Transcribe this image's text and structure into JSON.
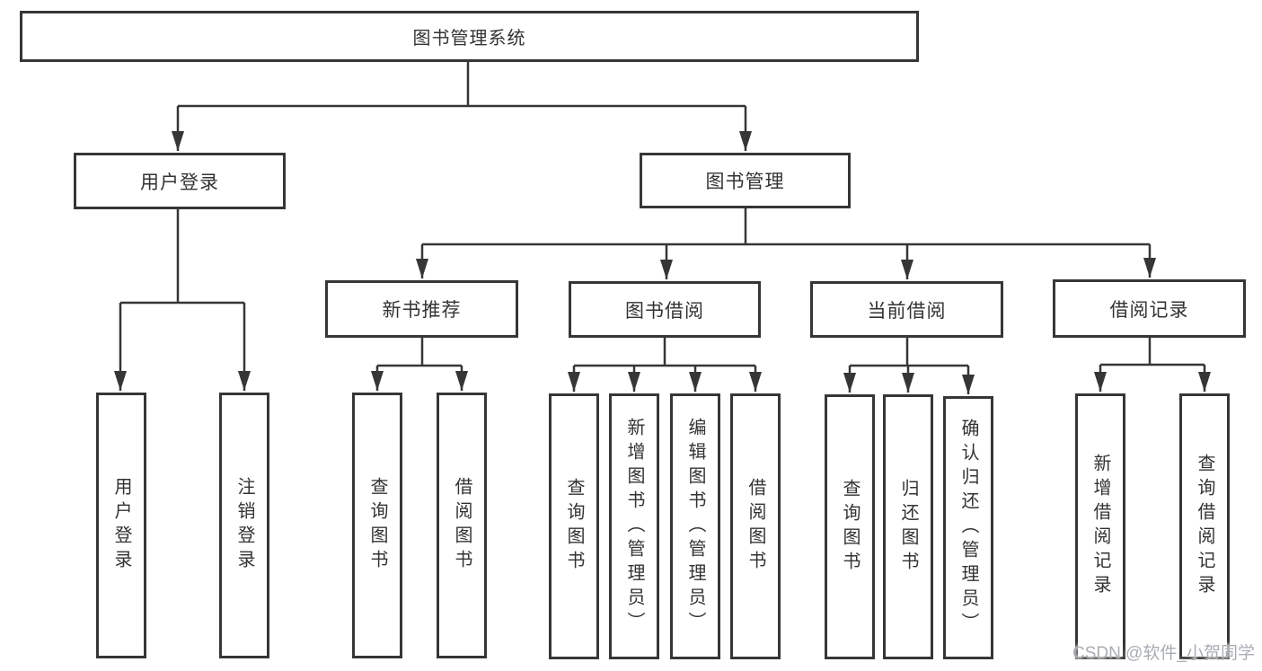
{
  "diagram": {
    "root": "图书管理系统",
    "user_branch": {
      "label": "用户登录",
      "children": [
        "用户登录",
        "注销登录"
      ]
    },
    "mgmt_branch": {
      "label": "图书管理",
      "sections": [
        {
          "label": "新书推荐",
          "children": [
            "查询图书",
            "借阅图书"
          ]
        },
        {
          "label": "图书借阅",
          "children": [
            "查询图书",
            "新增图书（管理员）",
            "编辑图书（管理员）",
            "借阅图书"
          ]
        },
        {
          "label": "当前借阅",
          "children": [
            "查询图书",
            "归还图书",
            "确认归还（管理员）"
          ]
        },
        {
          "label": "借阅记录",
          "children": [
            "新增借阅记录",
            "查询借阅记录"
          ]
        }
      ]
    }
  },
  "watermark": {
    "text": "CSDN @软件_小贺同学"
  },
  "colors": {
    "line": "#363636",
    "box_border": "#363636",
    "text": "#333333",
    "watermark": "#a9adb3",
    "background": "#ffffff"
  }
}
